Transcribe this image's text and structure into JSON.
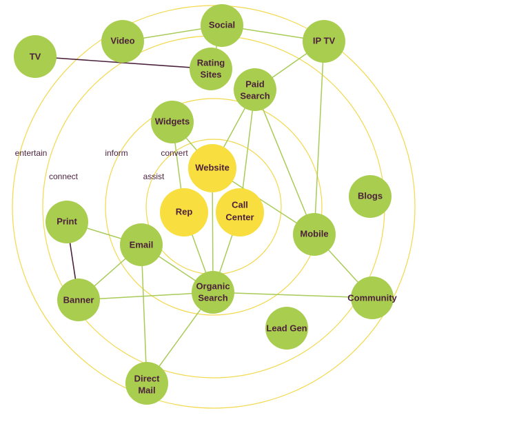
{
  "ring_labels": {
    "entertain": "entertain",
    "connect": "connect",
    "inform": "inform",
    "assist": "assist",
    "convert": "convert"
  },
  "nodes": {
    "tv": {
      "lines": [
        "TV"
      ]
    },
    "video": {
      "lines": [
        "Video"
      ]
    },
    "social": {
      "lines": [
        "Social"
      ]
    },
    "iptv": {
      "lines": [
        "IP TV"
      ]
    },
    "rating_sites": {
      "lines": [
        "Rating",
        "Sites"
      ]
    },
    "paid_search": {
      "lines": [
        "Paid",
        "Search"
      ]
    },
    "widgets": {
      "lines": [
        "Widgets"
      ]
    },
    "website": {
      "lines": [
        "Website"
      ]
    },
    "rep": {
      "lines": [
        "Rep"
      ]
    },
    "call_center": {
      "lines": [
        "Call",
        "Center"
      ]
    },
    "blogs": {
      "lines": [
        "Blogs"
      ]
    },
    "mobile": {
      "lines": [
        "Mobile"
      ]
    },
    "print": {
      "lines": [
        "Print"
      ]
    },
    "email": {
      "lines": [
        "Email"
      ]
    },
    "banner": {
      "lines": [
        "Banner"
      ]
    },
    "organic_search": {
      "lines": [
        "Organic",
        "Search"
      ]
    },
    "community": {
      "lines": [
        "Community"
      ]
    },
    "lead_gen": {
      "lines": [
        "Lead Gen"
      ]
    },
    "direct_mail": {
      "lines": [
        "Direct",
        "Mail"
      ]
    }
  },
  "colors": {
    "channel_node": "#a9cd4f",
    "conversion_node": "#f8df3f",
    "ring": "#f3d84a",
    "edge": "#a8cb57",
    "dark_edge": "#4b1f3b",
    "text": "#4b1f3b"
  }
}
